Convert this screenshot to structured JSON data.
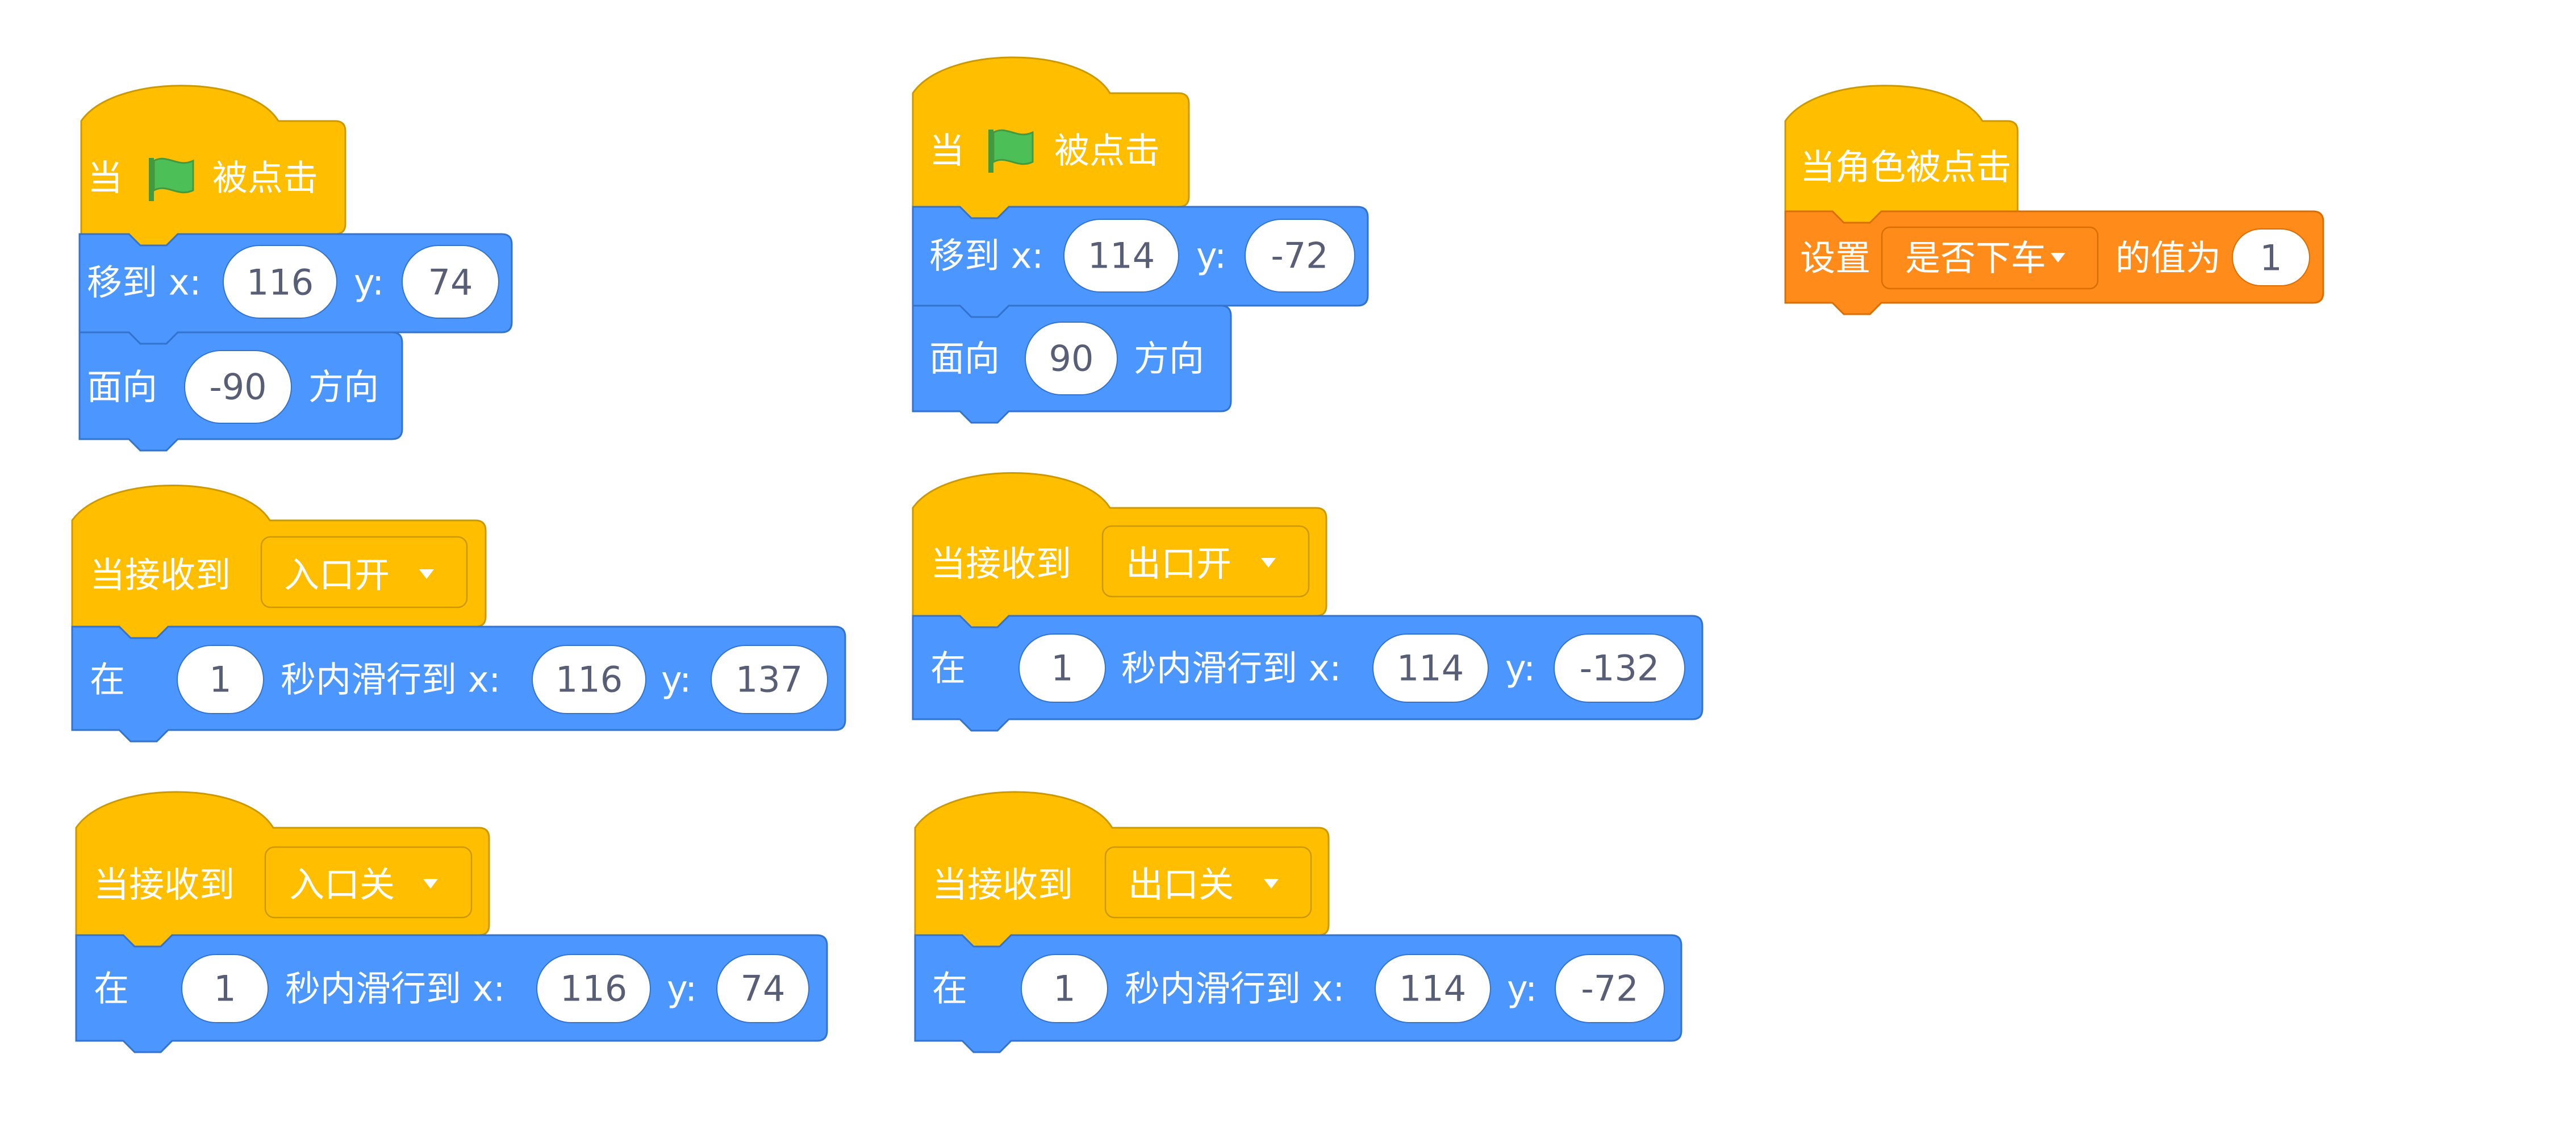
{
  "scripts": {
    "s1": {
      "hat": [
        "当",
        "被点击"
      ],
      "move": {
        "label": "移到 x:",
        "x": "116",
        "ylabel": "y:",
        "y": "74"
      },
      "turn": {
        "label": "面向",
        "value": "-90",
        "suffix": "方向"
      }
    },
    "s2": {
      "hat": [
        "当",
        "被点击"
      ],
      "move": {
        "label": "移到 x:",
        "x": "114",
        "ylabel": "y:",
        "y": "-72"
      },
      "turn": {
        "label": "面向",
        "value": "90",
        "suffix": "方向"
      }
    },
    "s3": {
      "hat": "当角色被点击",
      "set": {
        "label": "设置",
        "variable": "是否下车",
        "to": "的值为",
        "value": "1"
      }
    },
    "s4": {
      "hat": "当接收到",
      "message": "入口开",
      "glide": {
        "label": "在",
        "secs": "1",
        "mid": "秒内滑行到 x:",
        "x": "116",
        "ylabel": "y:",
        "y": "137"
      }
    },
    "s5": {
      "hat": "当接收到",
      "message": "出口开",
      "glide": {
        "label": "在",
        "secs": "1",
        "mid": "秒内滑行到 x:",
        "x": "114",
        "ylabel": "y:",
        "y": "-132"
      }
    },
    "s6": {
      "hat": "当接收到",
      "message": "入口关",
      "glide": {
        "label": "在",
        "secs": "1",
        "mid": "秒内滑行到 x:",
        "x": "116",
        "ylabel": "y:",
        "y": "74"
      }
    },
    "s7": {
      "hat": "当接收到",
      "message": "出口关",
      "glide": {
        "label": "在",
        "secs": "1",
        "mid": "秒内滑行到 x:",
        "x": "114",
        "ylabel": "y:",
        "y": "-72"
      }
    }
  },
  "colors": {
    "events": "#FFBF00",
    "motion": "#4C97FF",
    "variables": "#FF8C1A",
    "flag": "#4CBF56"
  },
  "icons": {
    "flag": "green-flag-icon",
    "dropdown": "dropdown-caret-icon"
  }
}
